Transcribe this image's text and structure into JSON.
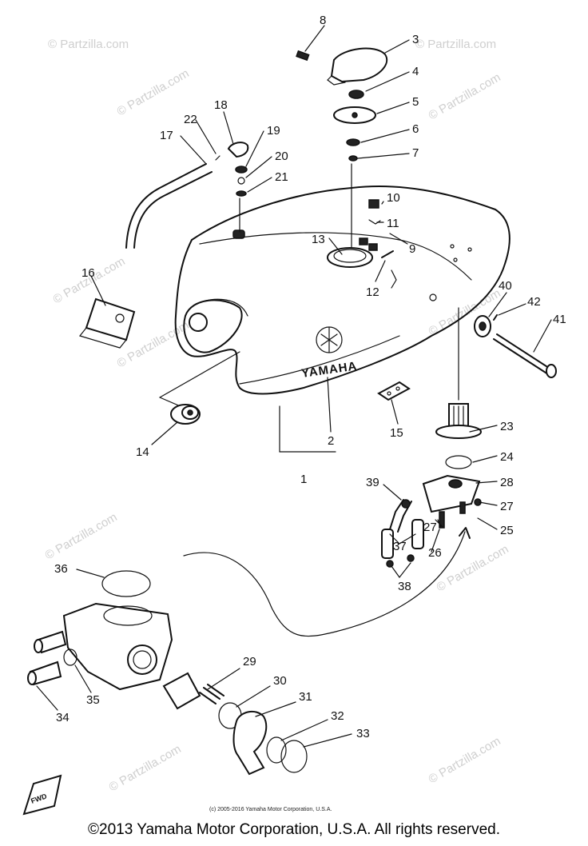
{
  "watermark": "© Partzilla.com",
  "brand_label": "YAMAHA",
  "fwd_label": "FWD",
  "small_copyright": "(c) 2005-2016 Yamaha Motor Corporation, U.S.A.",
  "footer_copyright": "©2013 Yamaha Motor Corporation, U.S.A. All rights reserved.",
  "callouts": {
    "c1": "1",
    "c2": "2",
    "c3": "3",
    "c4": "4",
    "c5": "5",
    "c6": "6",
    "c7": "7",
    "c8": "8",
    "c9": "9",
    "c10": "10",
    "c11": "11",
    "c12": "12",
    "c13": "13",
    "c14": "14",
    "c15": "15",
    "c16": "16",
    "c17": "17",
    "c18": "18",
    "c19": "19",
    "c20": "20",
    "c21": "21",
    "c22": "22",
    "c23": "23",
    "c24": "24",
    "c25": "25",
    "c26": "26",
    "c27a": "27",
    "c27b": "27",
    "c28": "28",
    "c29": "29",
    "c30": "30",
    "c31": "31",
    "c32": "32",
    "c33": "33",
    "c34": "34",
    "c35": "35",
    "c36": "36",
    "c37": "37",
    "c38": "38",
    "c39": "39",
    "c40": "40",
    "c41": "41",
    "c42": "42"
  }
}
